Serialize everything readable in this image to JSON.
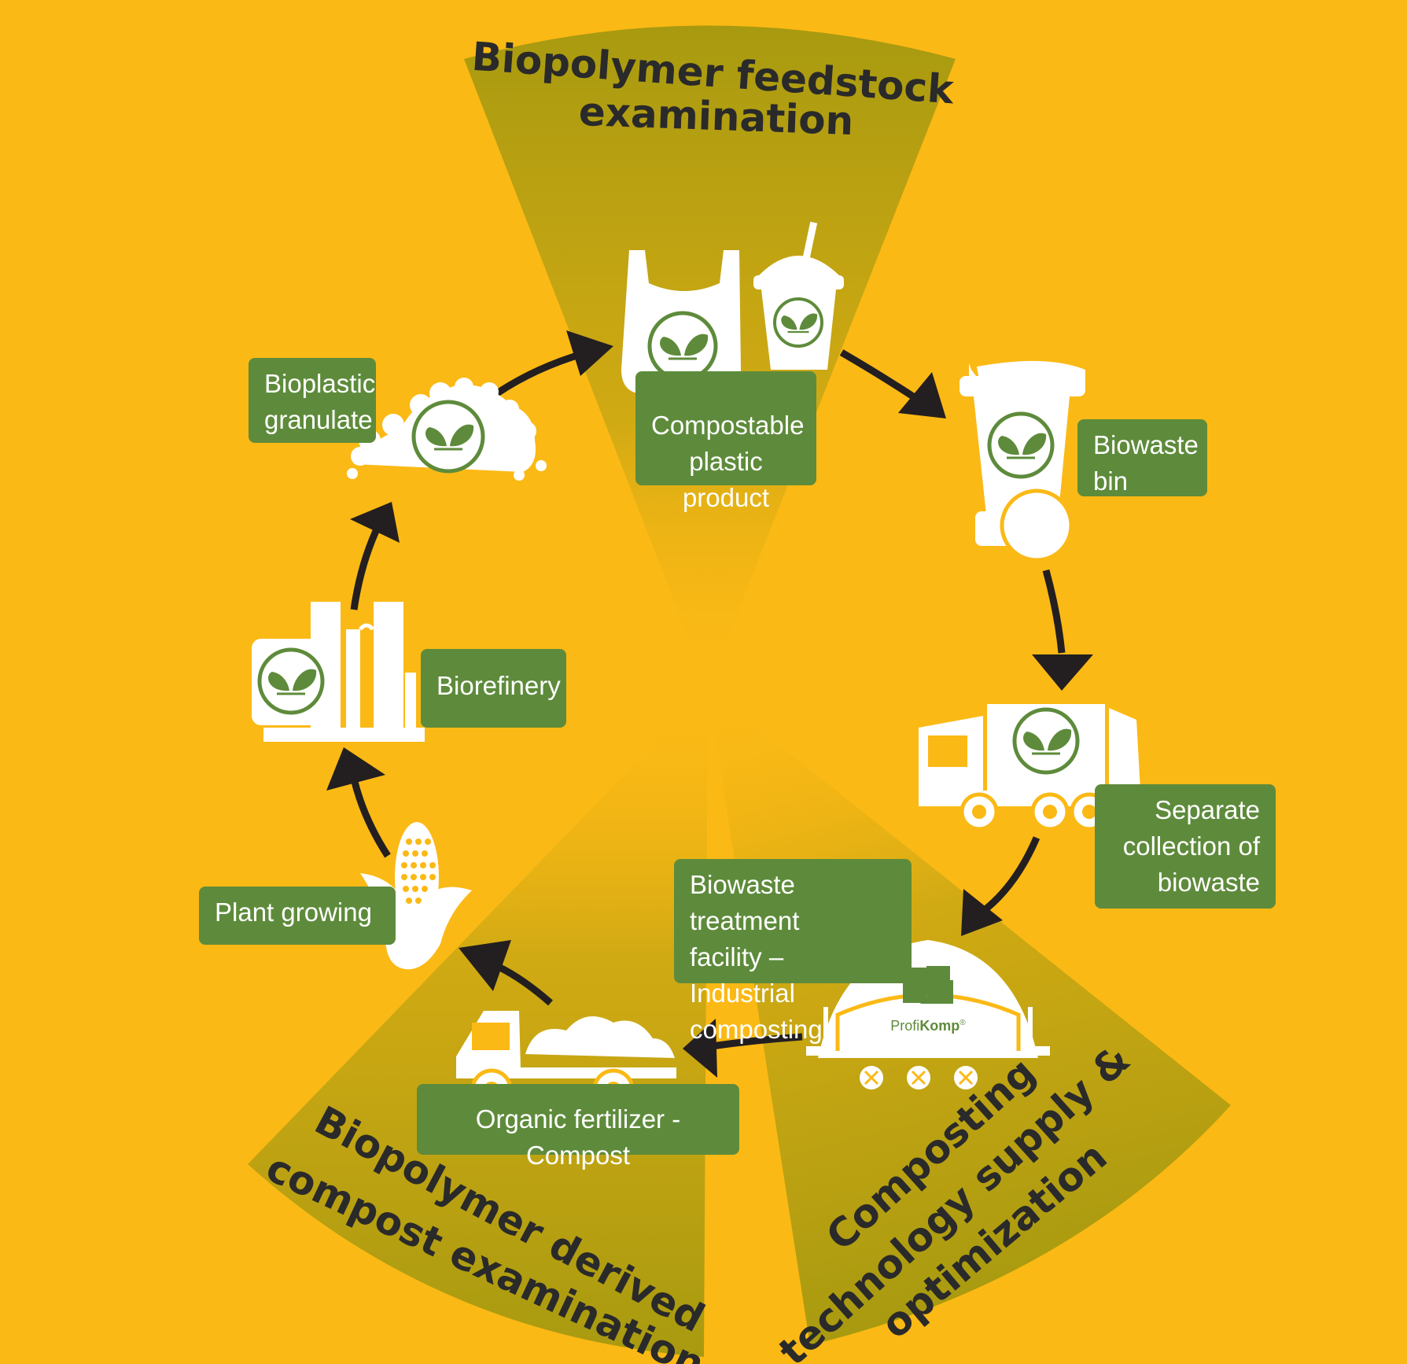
{
  "sectors": {
    "top_line1": "Biopolymer feedstock",
    "top_line2": "examination",
    "left_line1": "Biopolymer derived",
    "left_line2": "compost examination",
    "right_line1": "Composting",
    "right_line2": "technology supply &",
    "right_line3": "optimization"
  },
  "steps": {
    "compostable_product": "Compostable\nplastic product",
    "biowaste_bin": "Biowaste\nbin",
    "separate_collection": "Separate\ncollection of\nbiowaste",
    "treatment_facility": "Biowaste treatment\nfacility – Industrial\ncomposting",
    "organic_fertilizer": "Organic fertilizer - Compost",
    "plant_growing": "Plant growing",
    "biorefinery": "Biorefinery",
    "bioplastic_granulate": "Bioplastic\ngranulate"
  },
  "logo": {
    "brand_prefix": "Profi",
    "brand_suffix": "Komp",
    "registered": "®"
  },
  "colors": {
    "background": "#fbb915",
    "sector": "#a89a10",
    "label_box": "#5e8b3b",
    "icon": "#ffffff",
    "arrow": "#231f20"
  }
}
